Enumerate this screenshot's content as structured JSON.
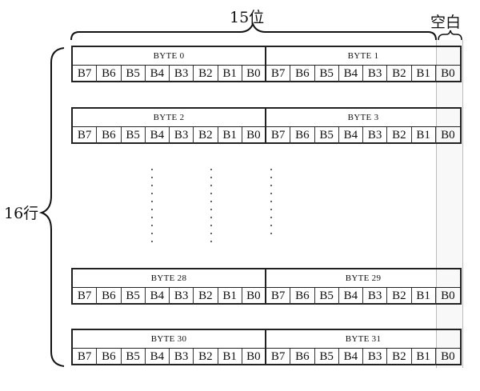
{
  "top": {
    "width_label": "15位",
    "blank_label": "空白"
  },
  "side": {
    "rows_label": "16行"
  },
  "bit_labels": [
    "B7",
    "B6",
    "B5",
    "B4",
    "B3",
    "B2",
    "B1",
    "B0"
  ],
  "rows": [
    {
      "left_byte": "BYTE 0",
      "right_byte": "BYTE 1"
    },
    {
      "left_byte": "BYTE 2",
      "right_byte": "BYTE 3"
    },
    {
      "left_byte": "BYTE 28",
      "right_byte": "BYTE 29"
    },
    {
      "left_byte": "BYTE 30",
      "right_byte": "BYTE 31"
    }
  ]
}
